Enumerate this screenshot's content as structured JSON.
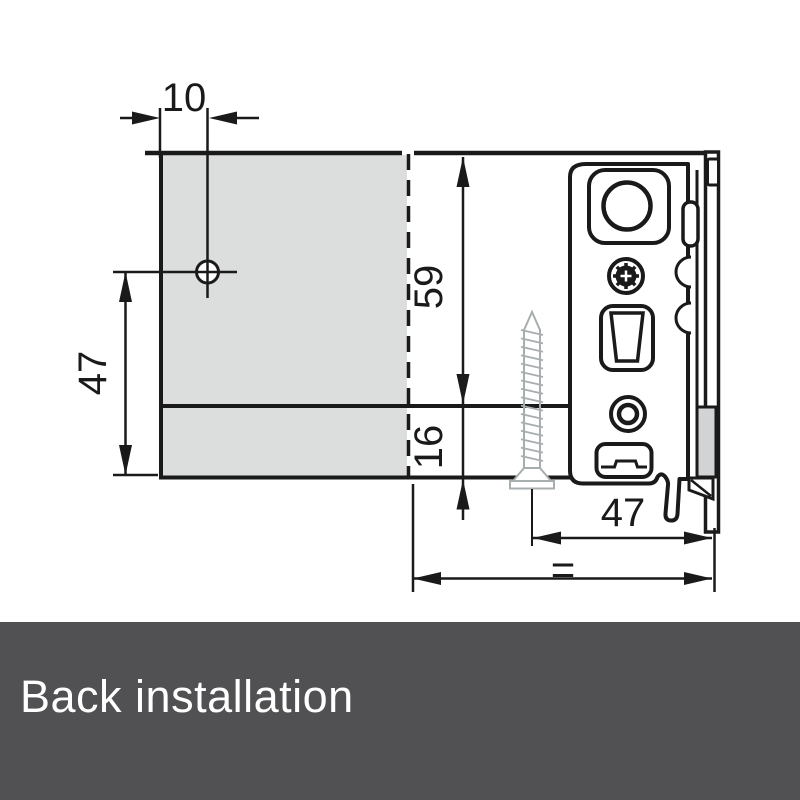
{
  "caption": {
    "title": "Back installation"
  },
  "dimensions": {
    "top_offset": "10",
    "left_height": "47",
    "upper_height": "59",
    "lower_height": "16",
    "bottom_depth": "47",
    "equal_spacing": "="
  },
  "colors": {
    "panel_fill": "#dcdddd",
    "hardware_gray": "#d2d3d4",
    "line": "#1a1a1a",
    "screw_gray": "#a8adaf",
    "band_bg": "#515153",
    "band_text": "#ffffff"
  }
}
